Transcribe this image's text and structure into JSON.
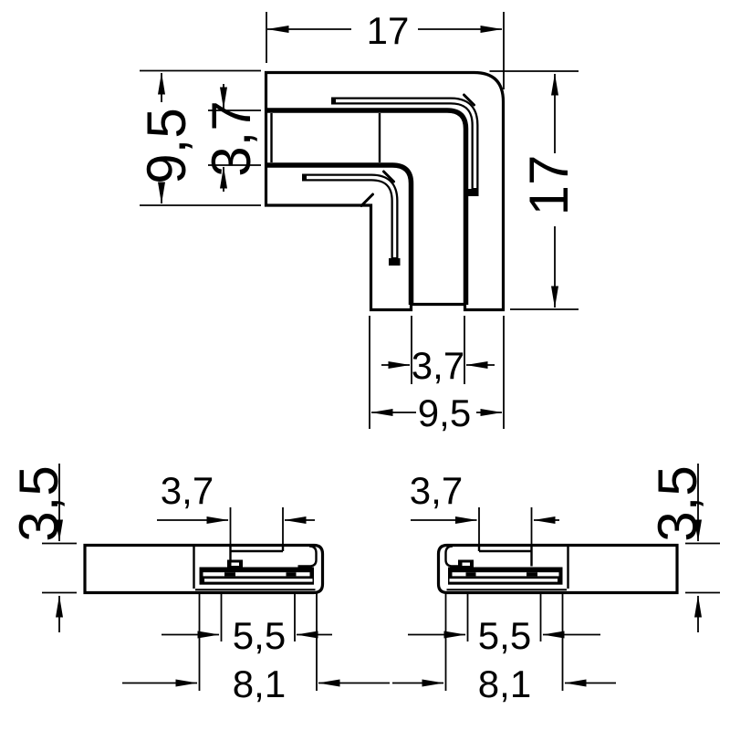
{
  "colors": {
    "background": "#ffffff",
    "line": "#000000"
  },
  "views": {
    "top": {
      "dims": {
        "width": "17",
        "arm": "9,5",
        "slot": "3,7",
        "height": "17",
        "gap": "3,7",
        "span": "9,5"
      }
    },
    "left": {
      "dims": {
        "thickness": "3,5",
        "notch": "3,7",
        "plate": "5,5",
        "leg": "8,1"
      }
    },
    "right": {
      "dims": {
        "notch": "3,7",
        "thickness": "3,5",
        "plate": "5,5",
        "leg": "8,1"
      }
    }
  }
}
